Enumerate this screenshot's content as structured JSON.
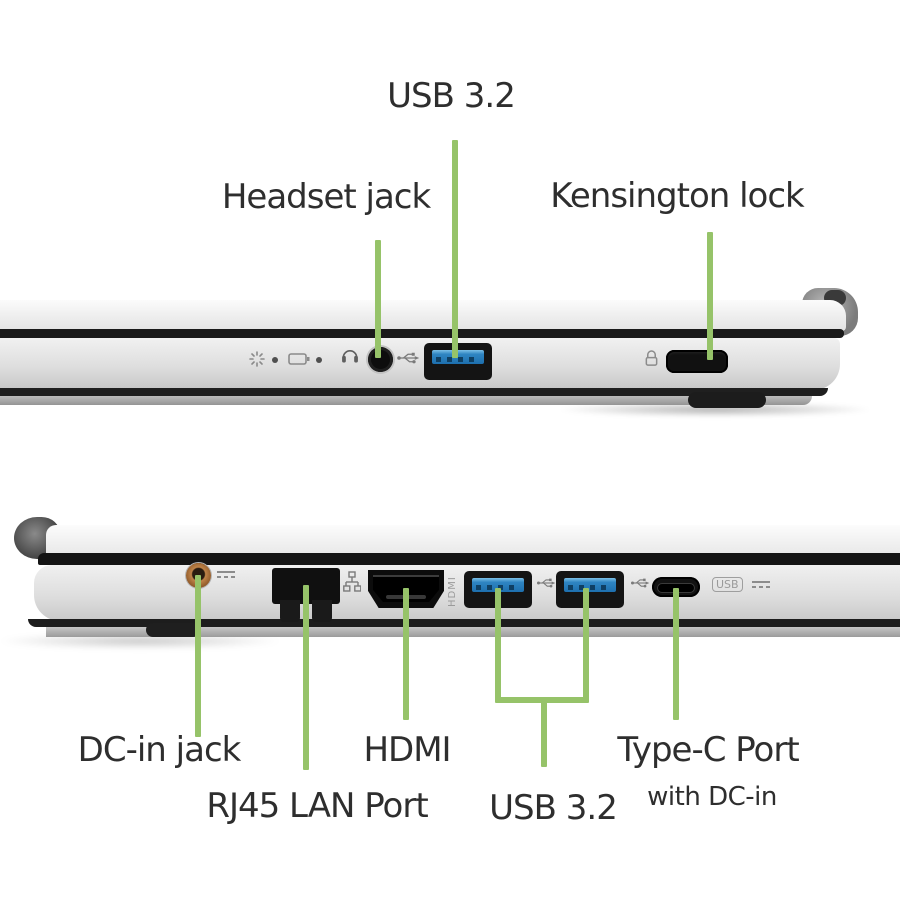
{
  "top_view": {
    "labels": {
      "usb32": "USB 3.2",
      "headset": "Headset jack",
      "kensington": "Kensington lock"
    }
  },
  "bottom_view": {
    "labels": {
      "dcin": "DC-in jack",
      "rj45": "RJ45 LAN Port",
      "hdmi": "HDMI",
      "usb32": "USB 3.2",
      "typec": "Type-C Port",
      "typec_sub": "with DC-in"
    },
    "etched": {
      "hdmi_marking": "HDMI",
      "usb_pd_logo": "USB"
    }
  },
  "colors": {
    "callout_line_green": "#96c369",
    "label_text": "#2e2e2e",
    "usb_port_blue": "#1d6fae",
    "dc_jack_copper": "#b5722f",
    "chassis_silver": "#d9d9d9",
    "port_black": "#141414"
  },
  "icons": {
    "power_indicator": "asterisk-rays",
    "battery_indicator": "battery-outline",
    "headset": "headphones",
    "usb": "usb-trident",
    "kensington_lock": "padlock",
    "lan": "network-nodes",
    "dc_power": "line-over-dashes"
  }
}
